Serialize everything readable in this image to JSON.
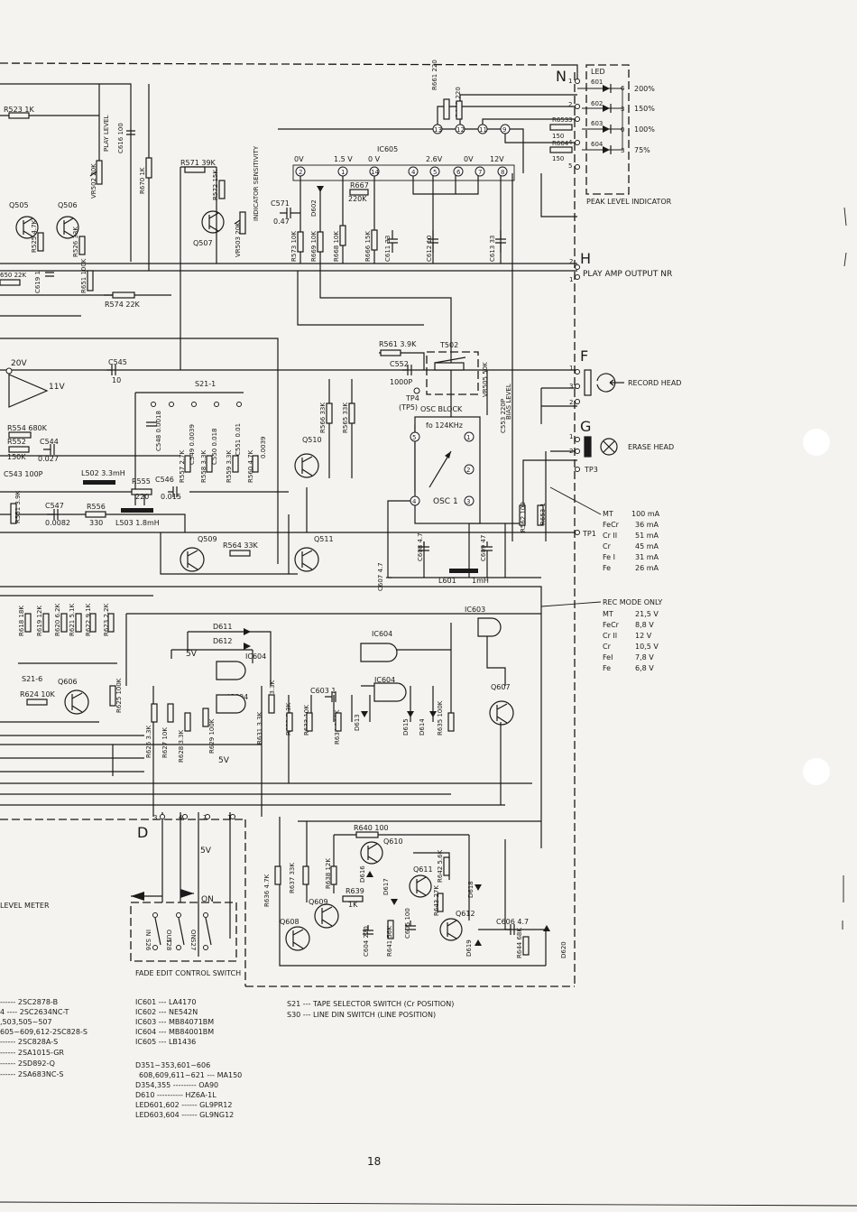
{
  "page_number": "18",
  "connectors": {
    "N": {
      "letter": "N",
      "pins": [
        "1",
        "2",
        "3",
        "4",
        "5"
      ]
    },
    "H": {
      "letter": "H",
      "pins": [
        "2",
        "1"
      ],
      "label": "PLAY AMP OUTPUT NR"
    },
    "F": {
      "letter": "F",
      "pins": [
        "1",
        "3",
        "2"
      ],
      "label": "RECORD HEAD"
    },
    "G": {
      "letter": "G",
      "pins": [
        "1",
        "2"
      ],
      "label": "ERASE HEAD"
    },
    "D": {
      "letter": "D",
      "pins": [
        "3",
        "4",
        "2",
        "1"
      ]
    }
  },
  "peak_indicator": {
    "title": "PEAK LEVEL INDICATOR",
    "led_header": "LED",
    "leds": [
      {
        "ref": "601",
        "pin": "6",
        "level": "200%"
      },
      {
        "ref": "602",
        "pin": "3",
        "level": "150%"
      },
      {
        "ref": "603",
        "pin": "0",
        "level": "100%"
      },
      {
        "ref": "604",
        "pin": "3",
        "level": "75%"
      }
    ]
  },
  "labels": {
    "play_level": "PLAY LEVEL",
    "indicator_sensitivity": "INDICATOR SENSITIVITY",
    "bias_level": "BIAS LEVEL",
    "osc_block": "OSC BLOCK",
    "osc_freq": "fo 124KHz",
    "osc_name": "OSC 1",
    "tp3": "TP3",
    "tp4": "TP4",
    "tp5": "(TP5)",
    "tp1": "TP1",
    "fade_edit": "FADE EDIT CONTROL SWITCH",
    "level_meter": "LEVEL METER",
    "rec_mode_only": "REC MODE ONLY",
    "s21_1": "S21-1",
    "s21_6": "S21-6",
    "on": "ON",
    "five_v": "5V"
  },
  "ic605_pins": [
    {
      "pin": "2",
      "v": "0V"
    },
    {
      "pin": "1",
      "v": "1.5 V"
    },
    {
      "pin": "14",
      "v": "0 V"
    },
    {
      "pin": "4",
      "v": ""
    },
    {
      "pin": "5",
      "v": "2.6V"
    },
    {
      "pin": "6",
      "v": "0V"
    },
    {
      "pin": "7",
      "v": ""
    },
    {
      "pin": "8",
      "v": "12V"
    }
  ],
  "parts": {
    "r523": "R523 1K",
    "c616": "C616 100",
    "r670": "R670 1K",
    "vr502": "VR502 20K",
    "r571": "R571 39K",
    "r572": "R572 15K",
    "vr503": "VR503 20K",
    "q505": "Q505",
    "q506": "Q506",
    "q507": "Q507",
    "r525": "R525 4.7K",
    "r526": "R526 33K",
    "r651": "R651 100K",
    "r650": "650 22K",
    "c619": "C619 1",
    "r574": "R574 22K",
    "ic605": "IC605",
    "c571": "C571",
    "c571v": "0.47",
    "r573": "R573 10K",
    "d602": "D602",
    "r669": "R669 10K",
    "r668": "R668 10K",
    "r667": "R667",
    "r667v": "220K",
    "r666": "R666 15K",
    "c611": "C611 33",
    "c612": "C612 10",
    "c613": "C613 33",
    "r661": "R661 220",
    "r662": "R662 220",
    "r653": "R653",
    "r653v": "150",
    "r664": "R664",
    "r664v": "150",
    "r561": "R561 3.9K",
    "t502": "T502",
    "c552": "C552",
    "c552v": "1000P",
    "vr505": "VR505 50K",
    "c553": "C553 220P",
    "c545": "C545",
    "c545v": "10",
    "v20": "20V",
    "v11": "11V",
    "r554": "R554 680K",
    "r552": "R552",
    "r552v": "150K",
    "c544": "C544",
    "c544v": "0.027",
    "c543": "C543 100P",
    "l502": "L502 3.3mH",
    "r555": "R555",
    "r555v": "220",
    "c546": "C546",
    "c546v": "0.015",
    "r551": "R551 3.9K",
    "c547": "C547",
    "c547v": "0.0082",
    "r556": "R556",
    "r556v": "330",
    "l503": "L503 1.8mH",
    "q509": "Q509",
    "r564": "R564 33K",
    "q510": "Q510",
    "q511": "Q511",
    "r566": "R566 33K",
    "r565": "R565 33K",
    "c548": "C548 0.0018",
    "c549": "C549 0.0039",
    "c550": "C550 0.018",
    "c551": "C551 0.01",
    "c551b": "0.0039",
    "r557": "R557 2.7K",
    "r558": "R558 3.3K",
    "r559": "R559 3.3K",
    "r560": "R560 4.7K",
    "c608": "C608 4.7",
    "c609": "C609 47",
    "c607": "C607 4.7",
    "l601": "L601",
    "l601v": "1mH",
    "r562": "R562 100",
    "r653b": "R653 1",
    "r618": "R618 18K",
    "r619": "R619 12K",
    "r620": "R620 6.2K",
    "r621": "R621 5.1K",
    "r622": "R622 9.1K",
    "r623": "R623 2.2K",
    "q606": "Q606",
    "r624": "R624 10K",
    "r625": "R625 100K",
    "d611": "D611",
    "d612": "D612",
    "ic604a": "IC604",
    "ic604b": "IC604",
    "ic604c": "IC604",
    "ic604d": "IC604",
    "ic603": "IC603",
    "c603": "C603 1",
    "r626": "R626 3.3K",
    "r627": "R627 10K",
    "r628": "R628 3.3K",
    "r629": "R629 100K",
    "r630": "R630 3.3K",
    "r631": "R631 3.3K",
    "r632": "R632 3.3K",
    "r633": "R633 10K",
    "r634": "R634 100K",
    "d613": "D613",
    "d614": "D614",
    "d615": "D615",
    "r635": "R635 100K",
    "q607": "Q607",
    "r640": "R640 100",
    "q610": "Q610",
    "r636": "R636 4.7K",
    "r637": "R637 33K",
    "r638": "R638 12K",
    "q608": "Q608",
    "q609": "Q609",
    "r639": "R639",
    "r639v": "1K",
    "d616": "D616",
    "d617": "D617",
    "q611": "Q611",
    "r642": "R642 5.6K",
    "r643": "R643 27K",
    "q612": "Q612",
    "d618": "D618",
    "c604": "C604 220",
    "r641": "R641 56K",
    "c605": "C605 100",
    "d619": "D619",
    "c606": "C606 4.7",
    "r644": "R644 68K",
    "d620": "D620",
    "s26": "S26",
    "s28": "S28",
    "s27": "S27",
    "in": "IN",
    "out": "OUT",
    "on2": "ON"
  },
  "bias_table": [
    {
      "tape": "MT",
      "val": "100 mA"
    },
    {
      "tape": "FeCr",
      "val": "36 mA"
    },
    {
      "tape": "Cr II",
      "val": "51 mA"
    },
    {
      "tape": "Cr",
      "val": "45 mA"
    },
    {
      "tape": "Fe I",
      "val": "31 mA"
    },
    {
      "tape": "Fe",
      "val": "26 mA"
    }
  ],
  "rec_table": [
    {
      "tape": "MT",
      "val": "21,5 V"
    },
    {
      "tape": "FeCr",
      "val": "8,8 V"
    },
    {
      "tape": "Cr II",
      "val": "12 V"
    },
    {
      "tape": "Cr",
      "val": "10,5 V"
    },
    {
      "tape": "FeI",
      "val": "7,8 V"
    },
    {
      "tape": "Fe",
      "val": "6,8 V"
    }
  ],
  "transistor_list": [
    "------ 2SC2878-B",
    "4 ---- 2SC2634NC-T",
    ",503,505~507",
    "605~609,612-2SC828-S",
    "------ 2SC828A-S",
    "------ 2SA1015-GR",
    "------ 2SD892-Q",
    "------ 2SA683NC-S"
  ],
  "ic_list": [
    "IC601 --- LA4170",
    "IC602 --- NE542N",
    "IC603 --- MB84071BM",
    "IC604 --- MB84001BM",
    "IC605 --- LB1436"
  ],
  "diode_list": [
    "D351~353,601~606",
    "608,609,611~621 --- MA150",
    "D354,355 --------- OA90",
    "D610 ---------- HZ6A-1L",
    "LED601,602 ------ GL9PR12",
    "LED603,604 ------ GL9NG12"
  ],
  "switch_notes": [
    "S21 --- TAPE SELECTOR SWITCH (Cr POSITION)",
    "S30 --- LINE DIN SWITCH (LINE POSITION)"
  ]
}
